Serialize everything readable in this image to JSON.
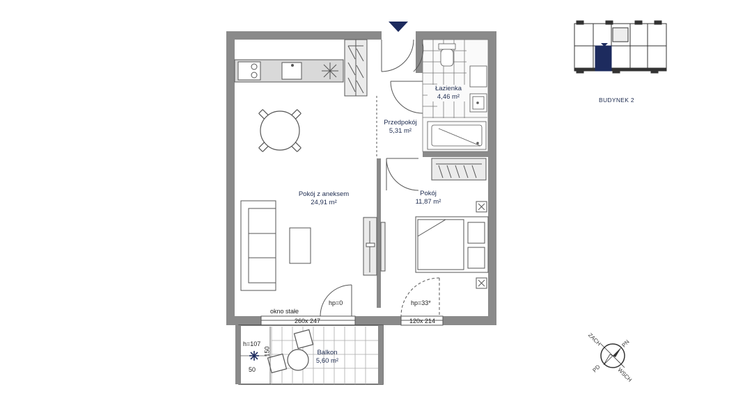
{
  "rooms": [
    {
      "name": "Pokój z aneksem",
      "area": "24,91 m²"
    },
    {
      "name": "Przedpokój",
      "area": "5,31 m²"
    },
    {
      "name": "Łazienka",
      "area": "4,46 m²"
    },
    {
      "name": "Pokój",
      "area": "11,87 m²"
    },
    {
      "name": "Balkon",
      "area": "5,60 m²"
    }
  ],
  "annotations": {
    "fixed_window": "okno stałe",
    "window_1_size": "260x 247",
    "window_2_size": "120x 214",
    "sill_1": "hp=0",
    "sill_2": "hp=33*",
    "balcony_height": "h=107",
    "balcony_dim_a": "150",
    "balcony_dim_b": "50"
  },
  "key_plan": {
    "building": "BUDYNEK 2"
  },
  "compass": {
    "north_east": "PN",
    "north_west": "ZACH",
    "south_west": "PD",
    "south_east": "WSCH"
  },
  "colors": {
    "wall": "#8a8a8a",
    "line": "#4a4a4a",
    "highlight": "#1d2b5e",
    "text": "#1d2b4f"
  }
}
